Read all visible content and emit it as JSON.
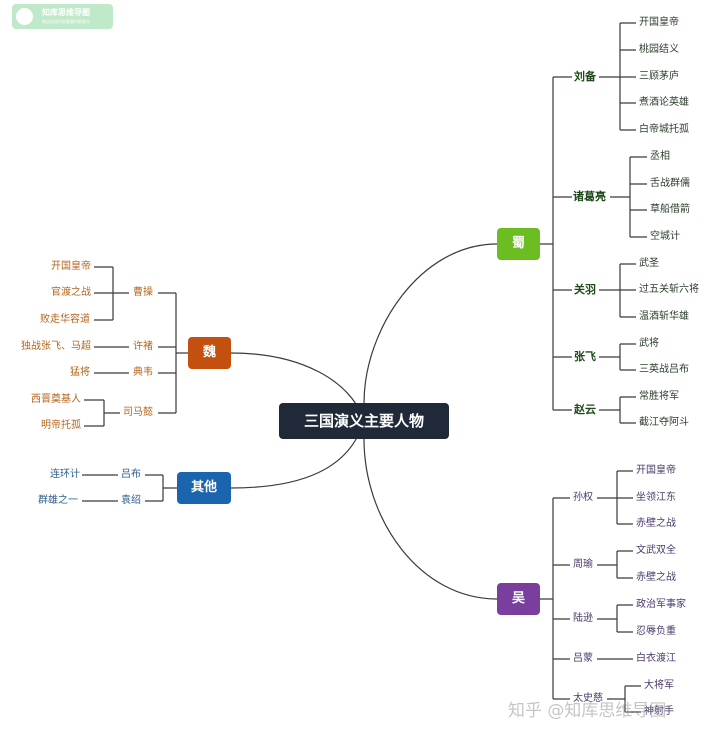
{
  "logo": {
    "title": "知库思维导图",
    "subtitle": "做出东西付出重要的那部分"
  },
  "root": "三国演义主要人物",
  "branches": {
    "shu": {
      "label": "蜀",
      "people": [
        {
          "name": "刘备",
          "events": [
            "开国皇帝",
            "桃园结义",
            "三顾茅庐",
            "煮酒论英雄",
            "白帝城托孤"
          ]
        },
        {
          "name": "诸葛亮",
          "events": [
            "丞相",
            "舌战群儒",
            "草船借箭",
            "空城计"
          ]
        },
        {
          "name": "关羽",
          "events": [
            "武圣",
            "过五关斩六将",
            "温酒斩华雄"
          ]
        },
        {
          "name": "张飞",
          "events": [
            "武将",
            "三英战吕布"
          ]
        },
        {
          "name": "赵云",
          "events": [
            "常胜将军",
            "截江夺阿斗"
          ]
        }
      ]
    },
    "wu": {
      "label": "吴",
      "people": [
        {
          "name": "孙权",
          "events": [
            "开国皇帝",
            "坐领江东",
            "赤壁之战"
          ]
        },
        {
          "name": "周瑜",
          "events": [
            "文武双全",
            "赤壁之战"
          ]
        },
        {
          "name": "陆逊",
          "events": [
            "政治军事家",
            "忍辱负重"
          ]
        },
        {
          "name": "吕蒙",
          "events": [
            "白衣渡江"
          ]
        },
        {
          "name": "太史慈",
          "events": [
            "大将军",
            "神射手"
          ]
        }
      ]
    },
    "wei": {
      "label": "魏",
      "people": [
        {
          "name": "曹操",
          "events": [
            "开国皇帝",
            "官渡之战",
            "败走华容道"
          ]
        },
        {
          "name": "许褚",
          "events": [
            "独战张飞、马超"
          ]
        },
        {
          "name": "典韦",
          "events": [
            "猛将"
          ]
        },
        {
          "name": "司马懿",
          "events": [
            "西晋奠基人",
            "明帝托孤"
          ]
        }
      ]
    },
    "qita": {
      "label": "其他",
      "people": [
        {
          "name": "吕布",
          "events": [
            "连环计"
          ]
        },
        {
          "name": "袁绍",
          "events": [
            "群雄之一"
          ]
        }
      ]
    }
  },
  "watermark": "知乎 @知库思维导图",
  "colors": {
    "center": "#1f2937",
    "shu": "#6cbd22",
    "wu": "#7a3e9e",
    "wei": "#c4500f",
    "qita": "#1a65ad",
    "line": "#3a3a3a",
    "logo": "#bfe9c9"
  }
}
